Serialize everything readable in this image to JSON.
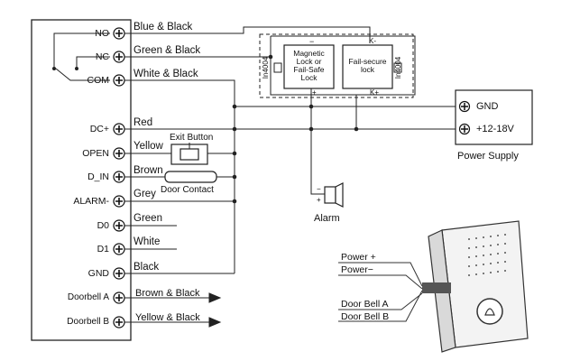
{
  "controller": {
    "terminals": [
      {
        "id": "no",
        "label": "NO",
        "wire": "Blue & Black"
      },
      {
        "id": "nc",
        "label": "NC",
        "wire": "Green & Black"
      },
      {
        "id": "com",
        "label": "COM",
        "wire": "White & Black"
      },
      {
        "id": "dcplus",
        "label": "DC+",
        "wire": "Red"
      },
      {
        "id": "open",
        "label": "OPEN",
        "wire": "Yellow"
      },
      {
        "id": "din",
        "label": "D_IN",
        "wire": "Brown"
      },
      {
        "id": "alarm",
        "label": "ALARM-",
        "wire": "Grey"
      },
      {
        "id": "d0",
        "label": "D0",
        "wire": "Green"
      },
      {
        "id": "d1",
        "label": "D1",
        "wire": "White"
      },
      {
        "id": "gnd",
        "label": "GND",
        "wire": "Black"
      },
      {
        "id": "doorbella",
        "label": "Doorbell A",
        "wire": "Brown & Black"
      },
      {
        "id": "doorbellb",
        "label": "Doorbell B",
        "wire": "Yellow & Black"
      }
    ]
  },
  "locks": {
    "diode_left": "In4004",
    "diode_right": "In4004",
    "magnetic_lock": [
      "Magnetic",
      "Lock or",
      "Fail-Safe",
      "Lock"
    ],
    "failsecure_lock": [
      "Fail-secure",
      "lock"
    ],
    "minus": "−",
    "plus": "+",
    "k_minus": "K-",
    "k_plus": "K+"
  },
  "exit_button": "Exit Button",
  "door_contact": "Door Contact",
  "alarm": {
    "label": "Alarm",
    "minus": "−",
    "plus": "+"
  },
  "power_supply": {
    "gnd": "GND",
    "vplus": "+12-18V",
    "label": "Power Supply"
  },
  "doorbell": {
    "lines": [
      "Power +",
      "Power−",
      "Door Bell  A",
      "Door Bell  B"
    ]
  }
}
